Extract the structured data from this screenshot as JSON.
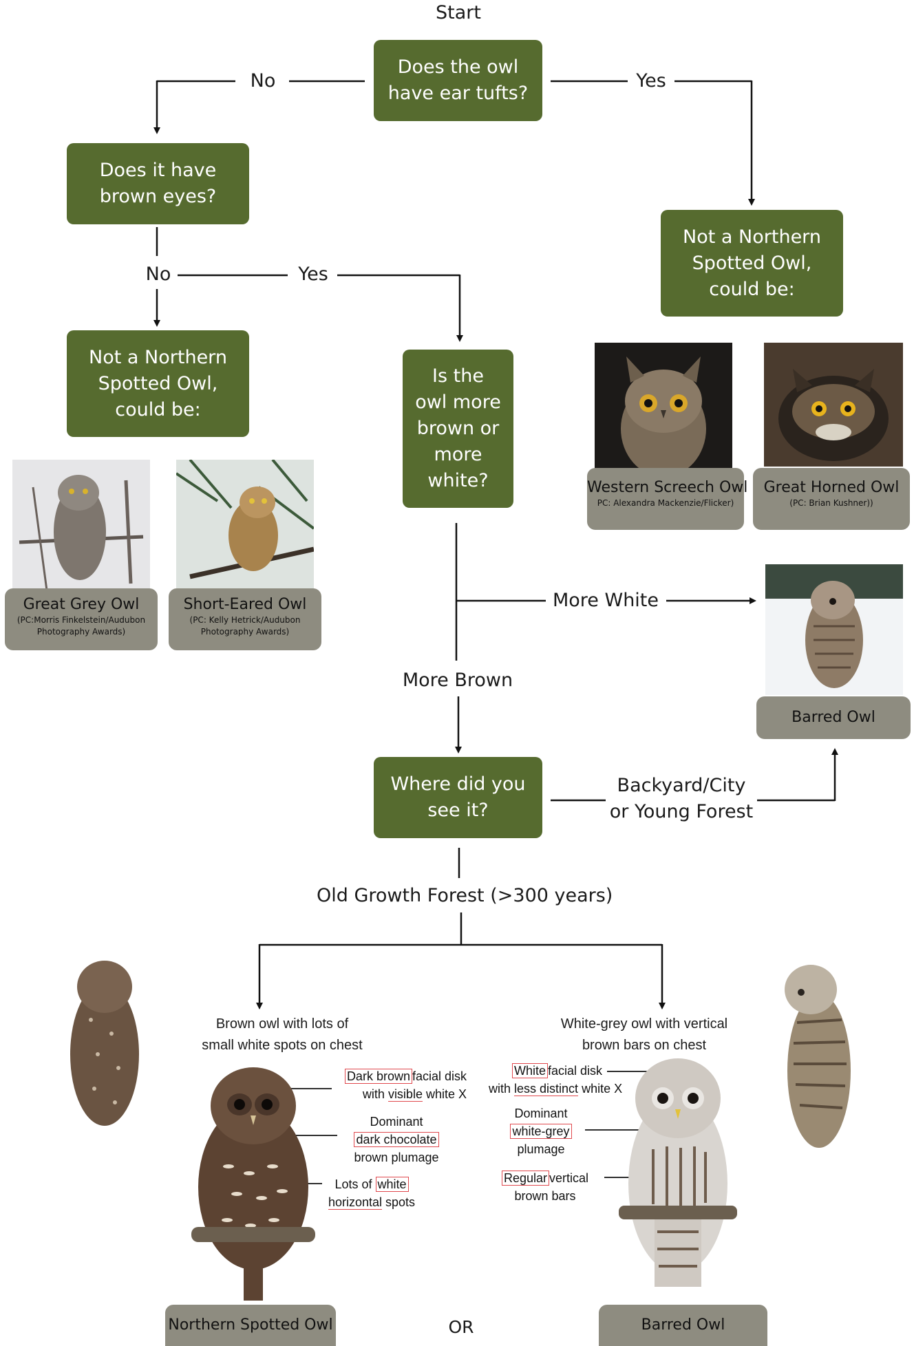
{
  "start_label": "Start",
  "q_ear_tufts": "Does the owl have ear tufts?",
  "ear_no": "No",
  "ear_yes": "Yes",
  "q_brown_eyes": "Does it have brown eyes?",
  "eyes_no": "No",
  "eyes_yes": "Yes",
  "not_nso_left": "Not a Northern Spotted Owl, could be:",
  "not_nso_right": "Not a Northern Spotted Owl, could be:",
  "q_brown_white": "Is the owl more brown or more white?",
  "more_white": "More White",
  "more_brown": "More Brown",
  "q_where": "Where did you see it?",
  "backyard": "Backyard/City or Young Forest",
  "old_growth": "Old Growth Forest (>300 years)",
  "owls": {
    "great_grey": {
      "name": "Great Grey Owl",
      "credit": "(PC:Morris Finkelstein/Audubon Photography Awards)"
    },
    "short_eared": {
      "name": "Short-Eared Owl",
      "credit": "(PC: Kelly Hetrick/Audubon Photography Awards)"
    },
    "western_screech": {
      "name": "Western Screech Owl",
      "credit": "PC: Alexandra Mackenzie/Flicker)"
    },
    "great_horned": {
      "name": "Great Horned Owl",
      "credit": "(PC: Brian Kushner))"
    },
    "barred_mid": {
      "name": "Barred Owl"
    },
    "northern_spotted": {
      "name": "Northern Spotted Owl"
    },
    "barred_bottom": {
      "name": "Barred Owl"
    }
  },
  "or_label": "OR",
  "nso_desc": {
    "line1": "Brown owl with lots of",
    "line2": "small white spots on chest",
    "a1_hl": "Dark brown",
    "a1_rest": "facial disk",
    "a1_l2_pre": "with ",
    "a1_l2_ul": "visible",
    "a1_l2_post": " white  X",
    "a2_l1": "Dominant",
    "a2_hl": "dark chocolate",
    "a2_l3": "brown plumage",
    "a3_pre": "Lots of ",
    "a3_hl": "white",
    "a3_ul": "horizontal",
    "a3_post": " spots"
  },
  "barred_desc": {
    "line1": "White-grey owl with vertical",
    "line2": "brown bars on chest",
    "b1_hl": "White",
    "b1_rest": "facial disk",
    "b1_l2_pre": "with ",
    "b1_l2_ul": "less distinct",
    "b1_l2_post": " white X",
    "b2_l1": "Dominant",
    "b2_hl": "white-grey",
    "b2_l3": "plumage",
    "b3_hl": "Regular",
    "b3_rest": "vertical",
    "b3_l2": "brown bars"
  },
  "colors": {
    "decision_green": "#566b2f",
    "label_gray": "#8e8c80",
    "highlight_red": "#e0484d"
  }
}
